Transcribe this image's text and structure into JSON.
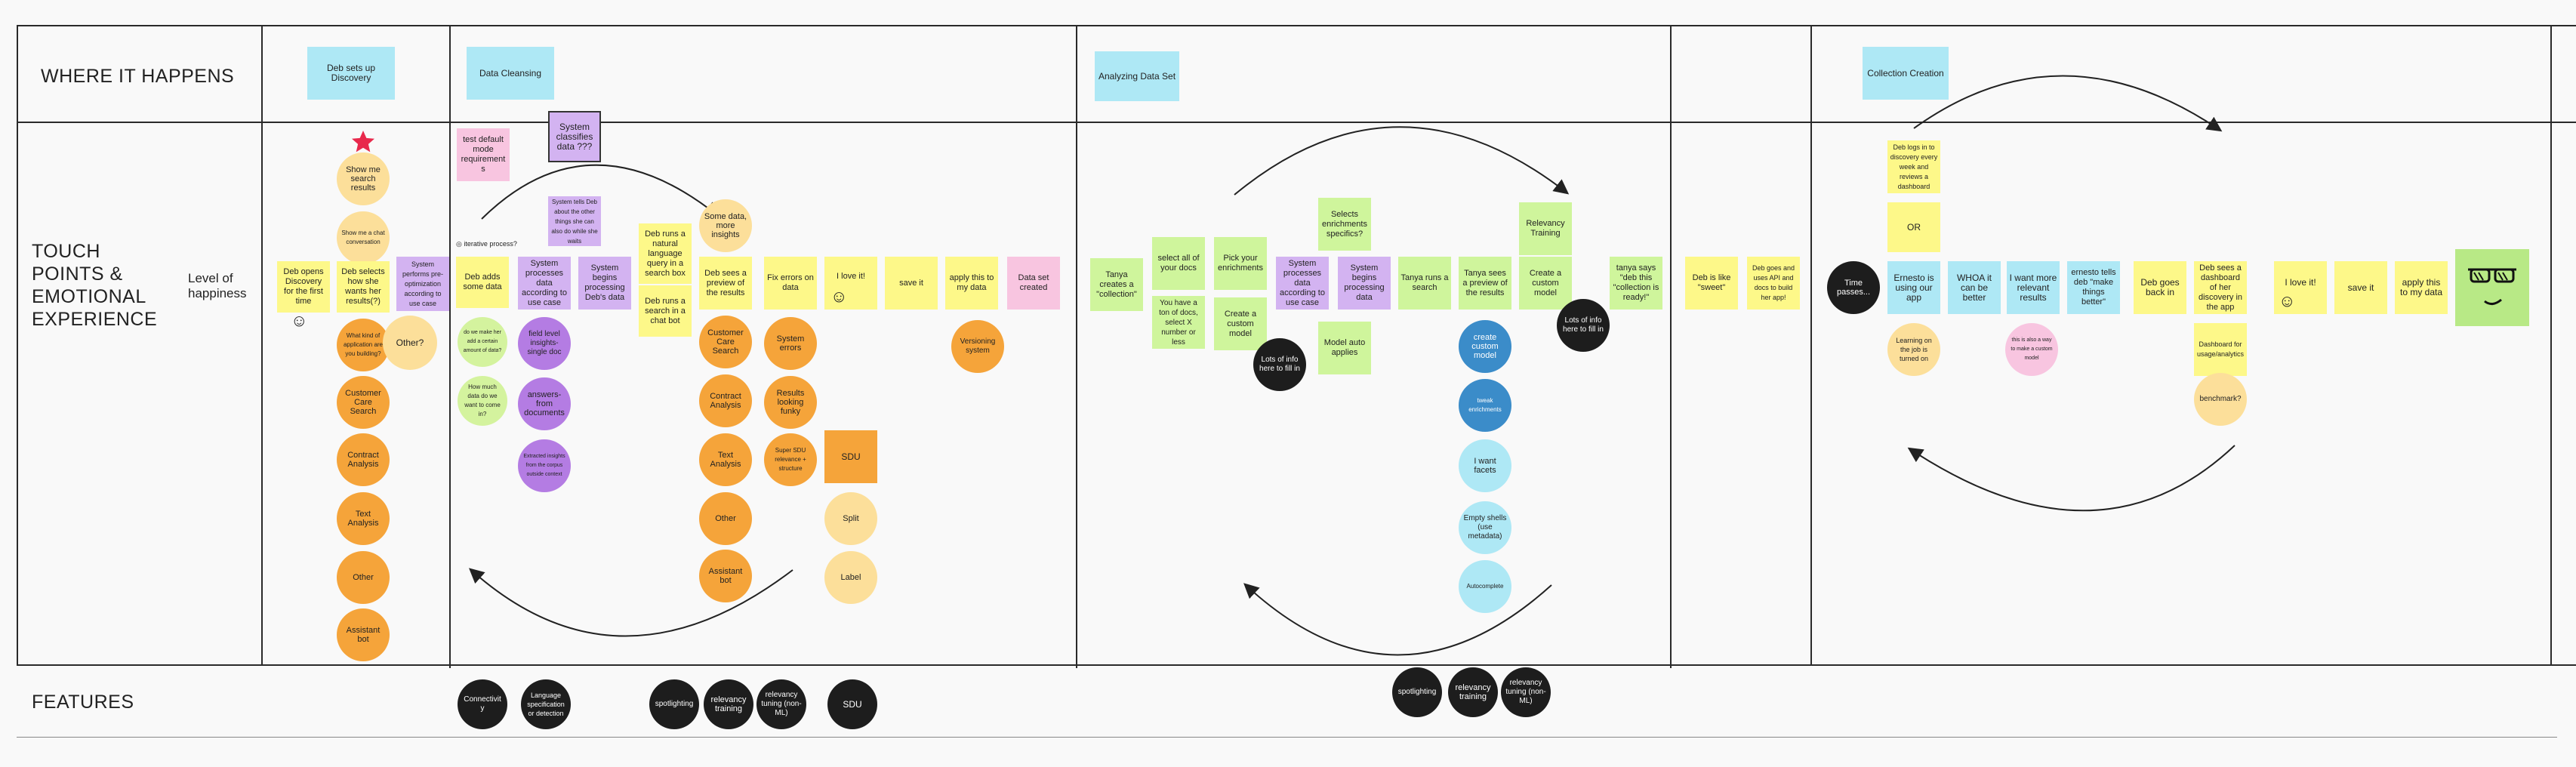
{
  "rows": {
    "where": "WHERE IT HAPPENS",
    "touch": "TOUCH\nPOINTS &\nEMOTIONAL\nEXPERIENCE",
    "level": "Level of\nhappiness",
    "features": "FEATURES"
  },
  "stages": {
    "discovery": "Deb sets up Discovery",
    "cleansing": "Data Cleansing",
    "analyzing": "Analyzing Data Set",
    "collection": "Collection Creation"
  },
  "notes": {
    "n1": "Deb opens Discovery for the first time",
    "n2": "Deb selects how she wants her results(?)",
    "n3": "System performs pre-optimization according to use case",
    "n4": "test default mode requirements",
    "n5": "System classifies data ???",
    "n6": "System tells Deb about the other things she can also do while she waits",
    "n7": "Deb adds some data",
    "n8": "System processes data according to use case",
    "n9": "System begins processing Deb's data",
    "n10": "Deb runs a natural language query in a search box",
    "n11": "Deb runs a search in a chat bot",
    "n12": "Deb sees a preview of the results",
    "n13": "Fix errors on data",
    "n14": "I love it!",
    "n15": "save it",
    "n16": "apply this to my data",
    "n17": "Data set created",
    "n18": "SDU",
    "n19": "Tanya creates a \"collection\"",
    "n20": "select all of your docs",
    "n21": "You have a ton of docs, select X number or less",
    "n22": "Pick your enrichments",
    "n23": "Create a custom model",
    "n24": "System processes data according to use case",
    "n25": "Selects enrichments specifics?",
    "n26": "System begins processing data",
    "n27": "Model auto applies",
    "n28": "Tanya runs a search",
    "n29": "Tanya sees a preview of the results",
    "n30": "Relevancy Training",
    "n31": "Create a custom model",
    "n32": "tanya says \"deb this \"collection is ready!\"",
    "n33": "Deb is like \"sweet\"",
    "n34": "Deb goes and uses API and docs to build her app!",
    "n35": "Deb logs in to discovery every week and reviews a dashboard",
    "n36": "OR",
    "n37": "Ernesto is using our app",
    "n38": "WHOA it can be better",
    "n39": "I want more relevant results",
    "n40": "ernesto tells deb \"make things better\"",
    "n41": "Deb goes back in",
    "n42": "Deb sees a dashboard of her discovery in the app",
    "n43": "Dashboard for usage/analytics",
    "n44": "I love it!",
    "n45": "save it",
    "n46": "apply this to my data",
    "iter": "iterative process?"
  },
  "circles": {
    "c1": "Show me search results",
    "c2": "Show me a chat conversation",
    "c3": "What kind of application are you building?",
    "c4": "Customer Care Search",
    "c5": "Contract Analysis",
    "c6": "Text Analysis",
    "c7": "Other",
    "c8": "Assistant bot",
    "c9": "Other?",
    "c10": "do we make her add a certain amount of data?",
    "c11": "How much data do we want to come in?",
    "c12": "field level insights- single doc",
    "c13": "answers- from documents",
    "c14": "Extracted insights from the corpus outside context",
    "c15": "Some data, more insights",
    "c16": "Customer Care Search",
    "c17": "Contract Analysis",
    "c18": "Text Analysis",
    "c19": "Other",
    "c20": "Assistant bot",
    "c21": "System errors",
    "c22": "Results looking funky",
    "c23": "Super SDU relevance + structure",
    "c24": "Split",
    "c25": "Label",
    "c26": "Versioning system",
    "c27": "Lots of info here to fill in",
    "c28": "create custom model",
    "c29": "tweak enrichments",
    "c30": "I want facets",
    "c31": "Empty shells (use metadata)",
    "c32": "Autocomplete",
    "c33": "Lots of info here to fill in",
    "c34": "Time passes...",
    "c35": "Learning on the job is turned on",
    "c36": "this is also a way to make a custom model",
    "c37": "benchmark?"
  },
  "features": {
    "f1": "Connectivity",
    "f2": "Language specification or detection",
    "f3": "spotlighting",
    "f4": "relevancy training",
    "f5": "relevancy tuning (non-ML)",
    "f6": "SDU",
    "f7": "spotlighting",
    "f8": "relevancy training",
    "f9": "relevancy tuning (non-ML)"
  },
  "icons": {
    "smiley": "smiley-face-icon",
    "star": "star-icon",
    "sunglasses": "sunglasses-face-icon"
  },
  "colors": {
    "yellow": "#fdf889",
    "green": "#cff59c",
    "purple": "#d3b3f1",
    "pink": "#f8c5e0",
    "blue": "#aee8f5",
    "orange": "#f5a43a",
    "black": "#1d1d1d"
  }
}
